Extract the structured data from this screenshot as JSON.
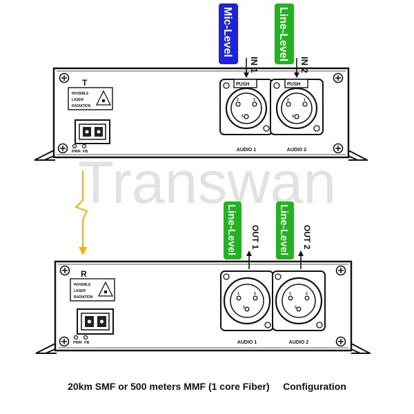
{
  "watermark": "Transwan",
  "transmitter": {
    "side_letter": "T",
    "laser_warning": [
      "INVISIBLE",
      "LASER",
      "RADIATION"
    ],
    "pwr_label": "PWR",
    "fb_label": "FB",
    "ports": [
      {
        "label": "AUDIO 1",
        "push": "PUSH",
        "io": "IN 1",
        "tag": "Mic-Level",
        "tag_color": "#1e22d8"
      },
      {
        "label": "AUDIO 2",
        "push": "PUSH",
        "io": "IN 2",
        "tag": "Line-Level",
        "tag_color": "#22b41e"
      }
    ]
  },
  "receiver": {
    "side_letter": "R",
    "laser_warning": [
      "INVISIBLE",
      "LASER",
      "RADIATION"
    ],
    "pwr_label": "PWR",
    "fb_label": "FB",
    "ports": [
      {
        "label": "AUDIO 1",
        "io": "OUT 1",
        "tag": "Line-Level",
        "tag_color": "#22b41e"
      },
      {
        "label": "AUDIO 2",
        "io": "OUT 2",
        "tag": "Line-Level",
        "tag_color": "#22b41e"
      }
    ]
  },
  "link_color": "#f5b400",
  "caption_left": "20km SMF or 500 meters MMF (1 core Fiber)",
  "caption_right": "Configuration"
}
